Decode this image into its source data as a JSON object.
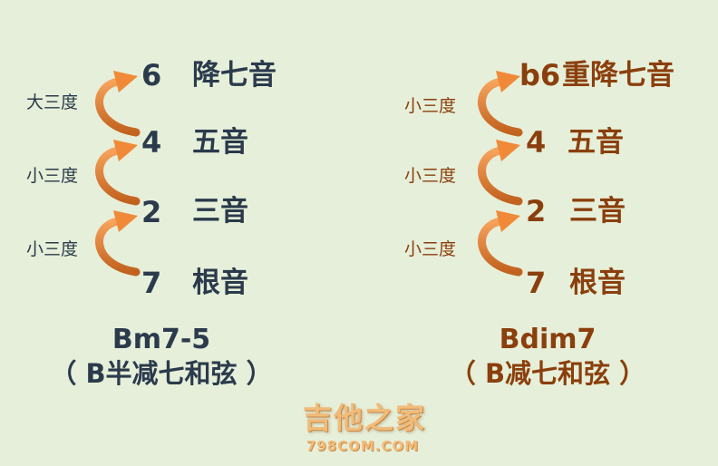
{
  "left": {
    "degrees": [
      "6",
      "4",
      "2",
      "7"
    ],
    "names": [
      "降七音",
      "五音",
      "三音",
      "根音"
    ],
    "intervals": [
      "大三度",
      "小三度",
      "小三度"
    ],
    "chord_name": "Bm7-5",
    "chord_desc": "（ B半减七和弦 ）"
  },
  "right": {
    "degrees": [
      "b6",
      "4",
      "2",
      "7"
    ],
    "names": [
      "重降七音",
      "五音",
      "三音",
      "根音"
    ],
    "intervals": [
      "小三度",
      "小三度",
      "小三度"
    ],
    "chord_name": "Bdim7",
    "chord_desc": "（ B减七和弦 ）"
  },
  "watermark": {
    "title": "吉他之家",
    "url": "798COM.COM"
  },
  "colors": {
    "background": "#e6efd9",
    "left_text": "#2b3a4c",
    "right_text": "#8a3f0c",
    "arrow_light": "#f6a35c",
    "arrow_dark": "#c2621f"
  }
}
